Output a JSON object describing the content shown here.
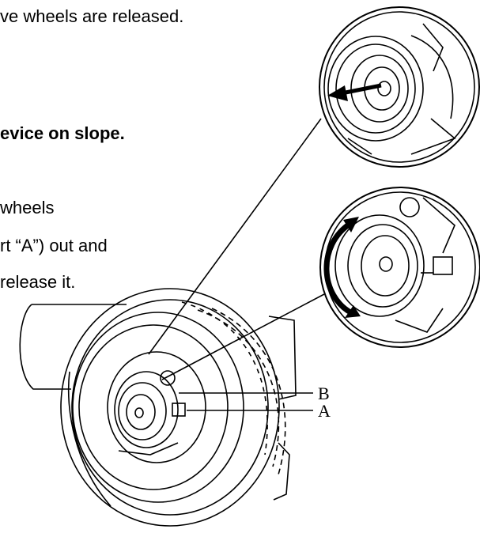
{
  "text": {
    "line1": "ve wheels are released.",
    "line2": "evice on slope.",
    "line3": "wheels",
    "line4": "rt “A”) out and",
    "line5": "release it."
  },
  "callouts": {
    "b": "B",
    "a": "A"
  },
  "colors": {
    "ink": "#000000",
    "paper": "#ffffff"
  },
  "icons": {
    "pull-arrow": "arrow-left-icon",
    "rotate-arrow": "rotate-arrow-icon"
  }
}
